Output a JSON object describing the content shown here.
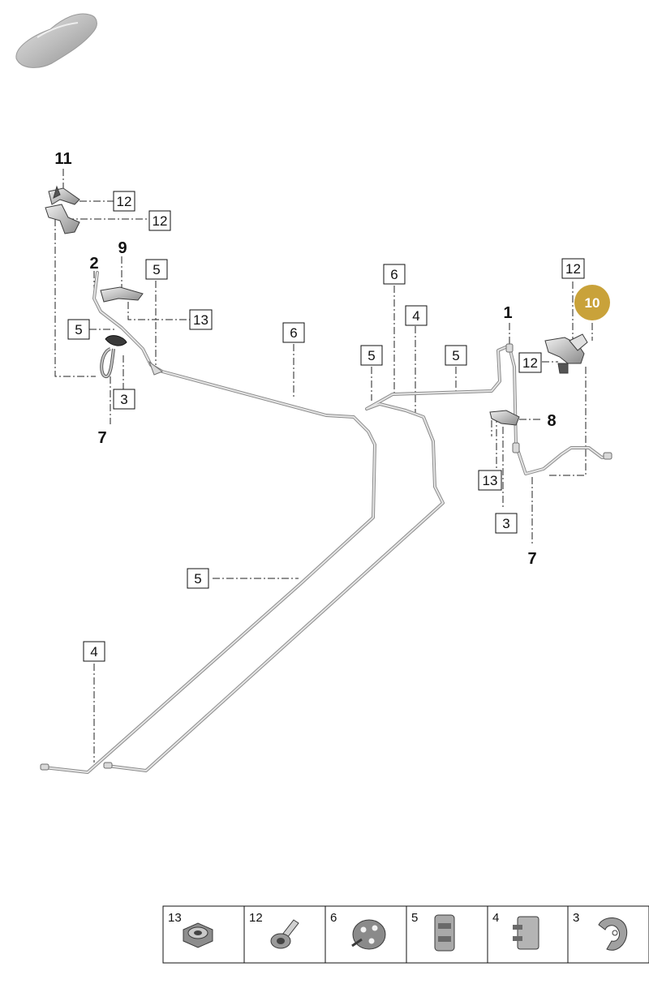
{
  "callouts": {
    "c11": "11",
    "c2": "2",
    "c9": "9",
    "c7a": "7",
    "c1": "1",
    "c8": "8",
    "c7b": "7"
  },
  "boxes": {
    "b12a": "12",
    "b12b": "12",
    "b5a": "5",
    "b13a": "13",
    "b5b": "5",
    "b3a": "3",
    "b6a": "6",
    "b6b": "6",
    "b4a": "4",
    "b5c": "5",
    "b5d": "5",
    "b12c": "12",
    "b12d": "12",
    "b13b": "13",
    "b3b": "3",
    "b5e": "5",
    "b4b": "4"
  },
  "highlight": {
    "label": "10",
    "color": "#c9a23a"
  },
  "legend": [
    {
      "num": "13",
      "icon": "nut-icon"
    },
    {
      "num": "12",
      "icon": "bolt-icon"
    },
    {
      "num": "6",
      "icon": "grommet-icon"
    },
    {
      "num": "5",
      "icon": "pipe-clip-icon"
    },
    {
      "num": "4",
      "icon": "double-clip-icon"
    },
    {
      "num": "3",
      "icon": "retaining-clip-icon"
    }
  ]
}
